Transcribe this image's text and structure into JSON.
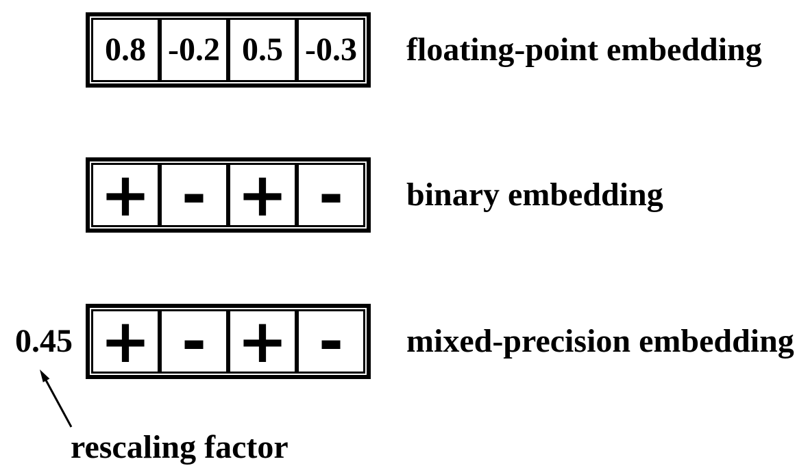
{
  "figure": {
    "background": "#ffffff",
    "foreground": "#000000",
    "rows": [
      {
        "label": "floating-point embedding",
        "cells": [
          "0.8",
          "-0.2",
          "0.5",
          "-0.3"
        ]
      },
      {
        "label": "binary embedding",
        "cells": [
          "+",
          "-",
          "+",
          "-"
        ]
      },
      {
        "label": "mixed-precision embedding",
        "cells": [
          "+",
          "-",
          "+",
          "-"
        ],
        "rescaling_factor": "0.45"
      }
    ],
    "annotation": {
      "label": "rescaling factor",
      "points_to": "0.45"
    }
  }
}
